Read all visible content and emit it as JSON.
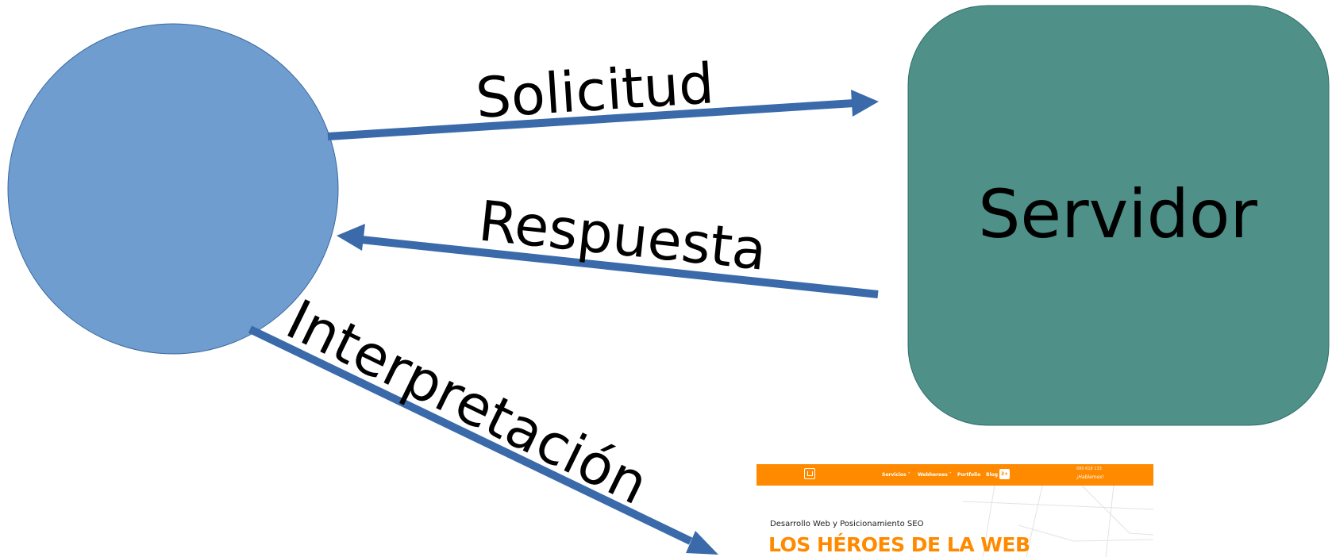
{
  "diagram": {
    "server_label": "Servidor",
    "request_label": "Solicitud",
    "response_label": "Respuesta",
    "interpretation_label": "Interpretación"
  },
  "colors": {
    "client_fill": "#6f9dcf",
    "server_fill": "#4f9189",
    "arrow": "#3a6aa9",
    "accent": "#ff8a00"
  },
  "website_preview": {
    "nav": {
      "items": [
        "Servicios ˅",
        "Webheroes ˅",
        "Portfolio",
        "Blog"
      ],
      "badge": "3+",
      "phone": "680 618 133",
      "cta": "¡Hablemos!"
    },
    "subtitle": "Desarrollo Web y Posicionamiento SEO",
    "headline": "LOS HÉROES DE LA WEB"
  }
}
